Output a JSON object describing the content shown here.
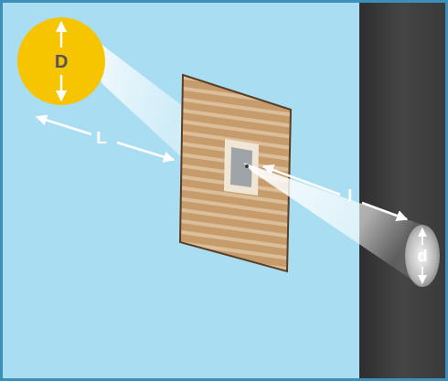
{
  "diagram": {
    "nodes": [
      {
        "text": [
          "D"
        ]
      },
      {
        "text": [
          "d"
        ]
      }
    ],
    "labels": [
      "L",
      "l"
    ]
  }
}
